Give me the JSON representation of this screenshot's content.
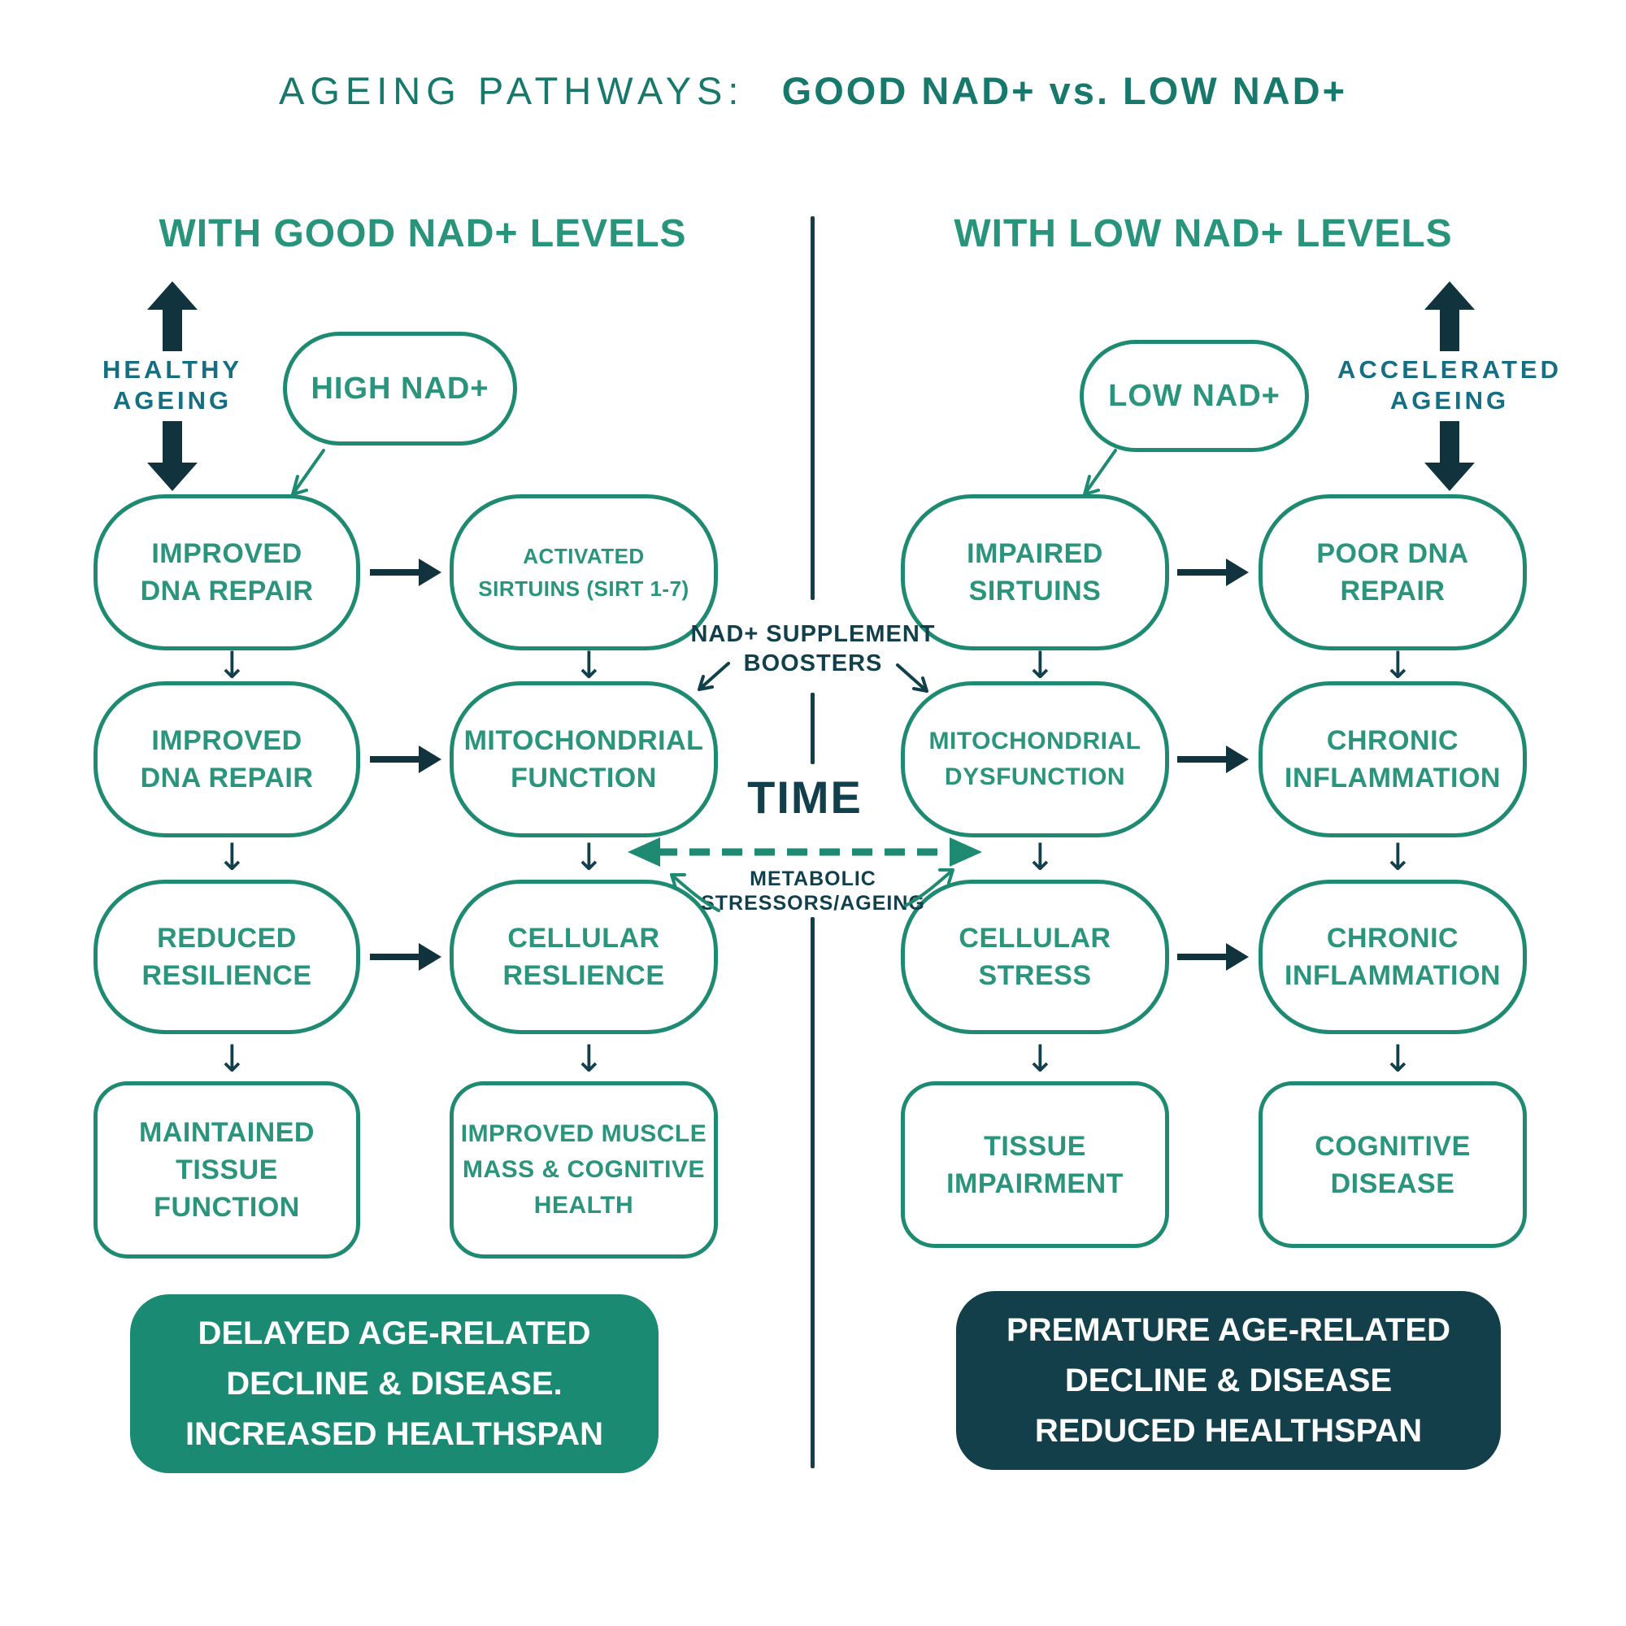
{
  "title": {
    "prefix": "AGEING PATHWAYS:",
    "emphasis": "GOOD NAD+ vs. LOW NAD+"
  },
  "colors": {
    "teal_green": "#1E8A72",
    "box_text_green": "#2A947C",
    "header_green": "#27947B",
    "title_green": "#17786C",
    "dark_navy": "#123F4C",
    "arrow_navy": "#11333E",
    "side_label_teal": "#156E82",
    "outcome_positive_bg": "#1B8A72",
    "outcome_negative_bg": "#123F4A",
    "background": "#FFFFFF"
  },
  "icons": {
    "down_arrow": "↓"
  },
  "left": {
    "header": "WITH GOOD NAD+ LEVELS",
    "side_label": [
      "HEALTHY",
      "AGEING"
    ],
    "pill": "HIGH NAD+",
    "rows": [
      {
        "a": [
          "IMPROVED",
          "DNA REPAIR"
        ],
        "b": [
          "ACTIVATED",
          "SIRTUINS (SIRT 1-7)"
        ]
      },
      {
        "a": [
          "IMPROVED",
          "DNA REPAIR"
        ],
        "b": [
          "MITOCHONDRIAL",
          "FUNCTION"
        ]
      },
      {
        "a": [
          "REDUCED",
          "RESILIENCE"
        ],
        "b": [
          "CELLULAR",
          "RESLIENCE"
        ]
      },
      {
        "a": [
          "MAINTAINED",
          "TISSUE",
          "FUNCTION"
        ],
        "b": [
          "IMPROVED MUSCLE",
          "MASS & COGNITIVE",
          "HEALTH"
        ]
      }
    ],
    "outcome": [
      "DELAYED AGE-RELATED",
      "DECLINE & DISEASE.",
      "INCREASED HEALTHSPAN"
    ]
  },
  "right": {
    "header": "WITH LOW NAD+ LEVELS",
    "side_label": [
      "ACCELERATED",
      "AGEING"
    ],
    "pill": "LOW NAD+",
    "rows": [
      {
        "a": [
          "IMPAIRED",
          "SIRTUINS"
        ],
        "b": [
          "POOR DNA",
          "REPAIR"
        ]
      },
      {
        "a": [
          "MITOCHONDRIAL",
          "DYSFUNCTION"
        ],
        "b": [
          "CHRONIC",
          "INFLAMMATION"
        ]
      },
      {
        "a": [
          "CELLULAR",
          "STRESS"
        ],
        "b": [
          "CHRONIC",
          "INFLAMMATION"
        ]
      },
      {
        "a": [
          "TISSUE",
          "IMPAIRMENT"
        ],
        "b": [
          "COGNITIVE",
          "DISEASE"
        ]
      }
    ],
    "outcome": [
      "PREMATURE AGE-RELATED",
      "DECLINE & DISEASE",
      "REDUCED HEALTHSPAN"
    ]
  },
  "center": {
    "boosters": [
      "NAD+ SUPPLEMENT",
      "BOOSTERS"
    ],
    "time": "TIME",
    "stressors": [
      "METABOLIC",
      "STRESSORS/AGEING"
    ]
  }
}
